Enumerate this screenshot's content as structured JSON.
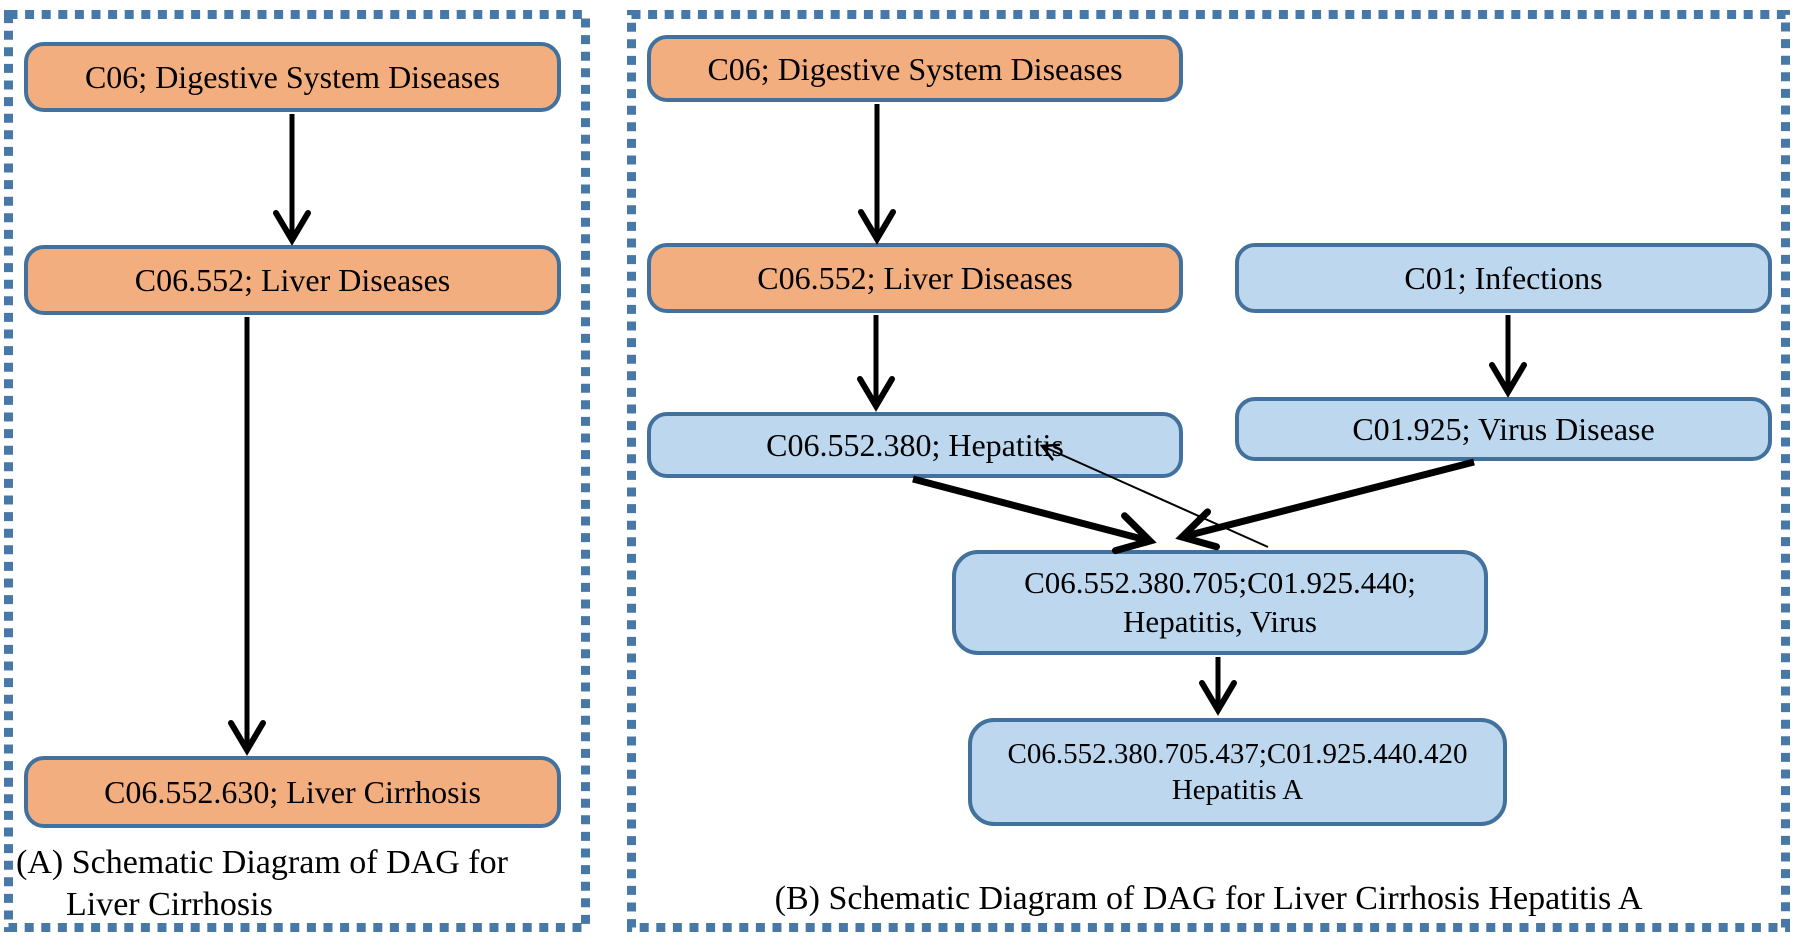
{
  "figure_type": "dag-schematic-pair",
  "colors": {
    "node_orange": "#F3AE80",
    "node_blue": "#BDD7EE",
    "node_border": "#41719C",
    "panel_border": "#4878A8",
    "arrow": "#000000"
  },
  "panels": [
    {
      "id": "A",
      "caption": {
        "line1": "(A) Schematic Diagram of DAG for",
        "line2": "Liver Cirrhosis"
      },
      "nodes": [
        {
          "label": "C06; Digestive System Diseases",
          "color": "orange"
        },
        {
          "label": "C06.552; Liver Diseases",
          "color": "orange"
        },
        {
          "label": "C06.552.630; Liver Cirrhosis",
          "color": "orange"
        }
      ],
      "edges": [
        {
          "from": "C06; Digestive System Diseases",
          "to": "C06.552; Liver Diseases",
          "style": "arrow"
        },
        {
          "from": "C06.552; Liver Diseases",
          "to": "C06.552.630; Liver Cirrhosis",
          "style": "arrow"
        }
      ]
    },
    {
      "id": "B",
      "caption": {
        "line1": "(B) Schematic Diagram of DAG for Liver Cirrhosis Hepatitis A"
      },
      "nodes": [
        {
          "label": "C06; Digestive System Diseases",
          "color": "orange"
        },
        {
          "label": "C06.552; Liver Diseases",
          "color": "orange"
        },
        {
          "label": "C06.552.380; Hepatitis",
          "color": "blue"
        },
        {
          "label": "C01; Infections",
          "color": "blue"
        },
        {
          "label": "C01.925; Virus Disease",
          "color": "blue"
        },
        {
          "line1": "C06.552.380.705;C01.925.440;",
          "line2": "Hepatitis, Virus",
          "color": "blue"
        },
        {
          "line1": "C06.552.380.705.437;C01.925.440.420",
          "line2": "Hepatitis A",
          "color": "blue"
        }
      ],
      "edges": [
        {
          "from": "C06; Digestive System Diseases",
          "to": "C06.552; Liver Diseases",
          "style": "arrow"
        },
        {
          "from": "C06.552; Liver Diseases",
          "to": "C06.552.380; Hepatitis",
          "style": "arrow"
        },
        {
          "from": "C01; Infections",
          "to": "C01.925; Virus Disease",
          "style": "arrow"
        },
        {
          "from": "C06.552.380; Hepatitis",
          "to": "C06.552.380.705;C01.925.440; Hepatitis, Virus",
          "style": "thick-arrow"
        },
        {
          "from": "C01.925; Virus Disease",
          "to": "C06.552.380.705;C01.925.440; Hepatitis, Virus",
          "style": "thick-arrow"
        },
        {
          "from": "C06.552.380.705;C01.925.440; Hepatitis, Virus",
          "to": "C06.552.380; Hepatitis",
          "style": "thin-arrow"
        },
        {
          "from": "C06.552.380.705;C01.925.440; Hepatitis, Virus",
          "to": "C06.552.380.705.437;C01.925.440.420 Hepatitis A",
          "style": "arrow"
        }
      ]
    }
  ]
}
